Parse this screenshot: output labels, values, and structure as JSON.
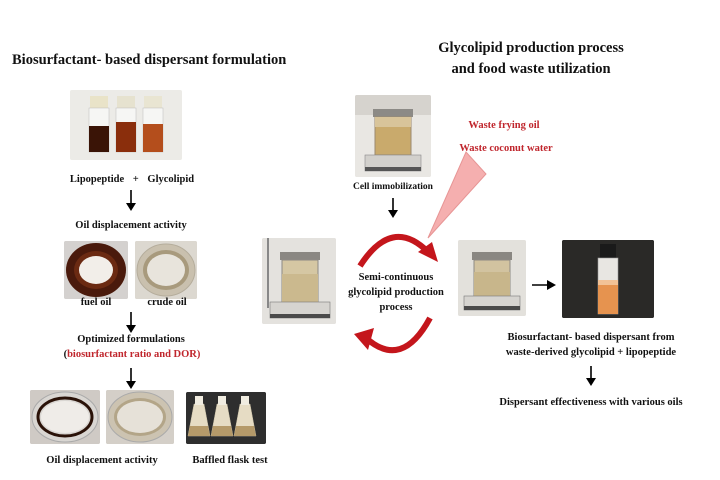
{
  "left": {
    "title": "Biosurfactant- based dispersant formulation",
    "formulation_label_a": "Lipopeptide",
    "formulation_plus": "+",
    "formulation_label_b": "Glycolipid",
    "oil_displacement_label": "Oil displacement activity",
    "fuel_oil_label": "fuel oil",
    "crude_oil_label": "crude oil",
    "optimized_label": "Optimized formulations",
    "optimized_sub_open": "(",
    "optimized_sub_red": "biosurfactant ratio and DOR)",
    "bottom_oil_displacement_label": "Oil displacement activity",
    "baffled_flask_label": "Baffled flask test"
  },
  "right": {
    "title_line1": "Glycolipid production process",
    "title_line2": "and food waste utilization",
    "cell_immobilization_label": "Cell immobilization",
    "waste_frying_oil": "Waste frying oil",
    "waste_coconut_water": "Waste coconut water",
    "process_line1": "Semi-continuous",
    "process_line2": "glycolipid production",
    "process_line3": "process",
    "dispersant_line1": "Biosurfactant- based dispersant from",
    "dispersant_line2": "waste-derived glycolipid + lipopeptide",
    "effectiveness_label": "Dispersant effectiveness with various oils"
  },
  "colors": {
    "accent_red": "#c0262d",
    "cycle_arrow": "#c4161c",
    "funnel_pink": "#f4a7a7"
  }
}
